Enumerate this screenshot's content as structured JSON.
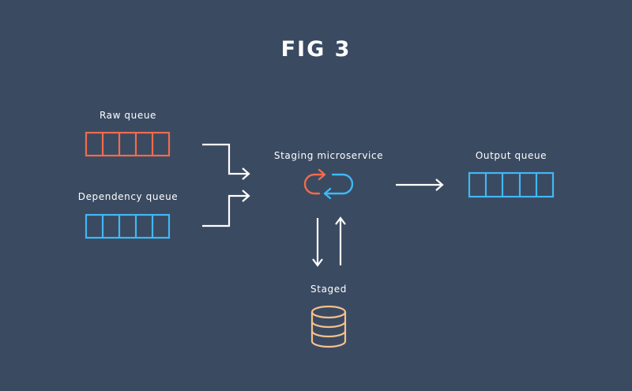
{
  "title": "FIG 3",
  "nodes": {
    "raw_queue": {
      "label": "Raw queue"
    },
    "dependency_queue": {
      "label": "Dependency queue"
    },
    "staging": {
      "label": "Staging microservice"
    },
    "output_queue": {
      "label": "Output queue"
    },
    "staged": {
      "label": "Staged"
    }
  },
  "edges": [
    {
      "from": "raw_queue",
      "to": "staging"
    },
    {
      "from": "dependency_queue",
      "to": "staging"
    },
    {
      "from": "staging",
      "to": "output_queue"
    },
    {
      "from": "staging",
      "to": "staged"
    },
    {
      "from": "staged",
      "to": "staging"
    }
  ],
  "colors": {
    "background": "#3a4a61",
    "orange": "#f26b4c",
    "blue": "#3fb8f5",
    "peach": "#f6c08c",
    "white": "#ffffff"
  }
}
